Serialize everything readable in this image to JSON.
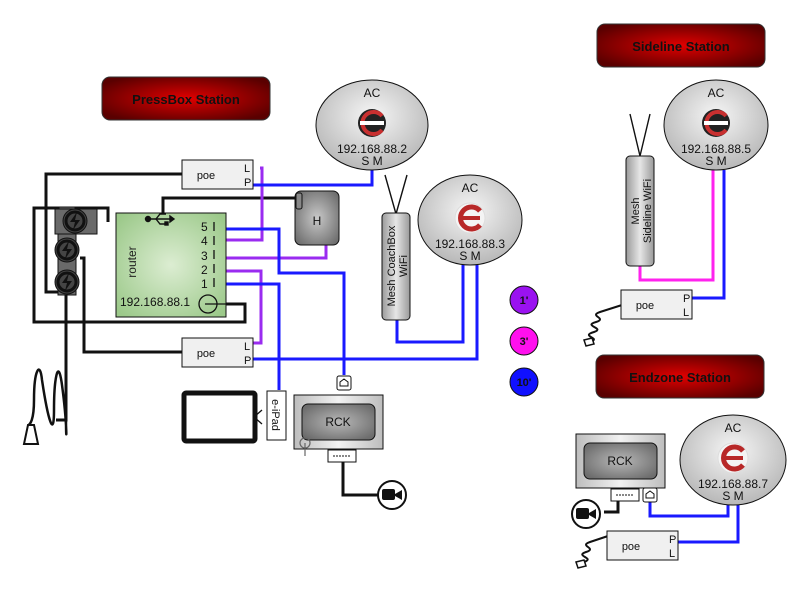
{
  "stations": {
    "pressbox": {
      "title": "PressBox Station"
    },
    "sideline": {
      "title": "Sideline Station"
    },
    "endzone": {
      "title": "Endzone Station"
    }
  },
  "access_points": [
    {
      "label": "AC",
      "ip": "192.168.88.2",
      "ports": "S M",
      "logo": "dark"
    },
    {
      "label": "AC",
      "ip": "192.168.88.3",
      "ports": "S M",
      "logo": "light"
    },
    {
      "label": "AC",
      "ip": "192.168.88.5",
      "ports": "S M",
      "logo": "dark"
    },
    {
      "label": "AC",
      "ip": "192.168.88.7",
      "ports": "S M",
      "logo": "light"
    }
  ],
  "router": {
    "label": "router",
    "ip": "192.168.88.1",
    "ports": [
      "5",
      "4",
      "3",
      "2",
      "1"
    ],
    "usb_icon": "usb-icon",
    "power_icon": "power-jack-icon"
  },
  "poe": [
    {
      "label": "poe",
      "port_top": "L",
      "port_bottom": "P"
    },
    {
      "label": "poe",
      "port_top": "L",
      "port_bottom": "P"
    },
    {
      "label": "poe",
      "port_top": "P",
      "port_bottom": "L"
    },
    {
      "label": "poe",
      "port_top": "P",
      "port_bottom": "L"
    }
  ],
  "hub": {
    "label": "H"
  },
  "mesh": [
    {
      "line1": "Mesh CoachBox",
      "line2": "WiFi"
    },
    {
      "line1": "Mesh",
      "line2": "Sideline  WiFi"
    }
  ],
  "rck": [
    {
      "label": "RCK"
    },
    {
      "label": "RCK"
    }
  ],
  "ipad": {
    "label": "e-iPad"
  },
  "legend": [
    {
      "label": "1'",
      "color": "#9a12f0"
    },
    {
      "label": "3'",
      "color": "#ff10ee"
    },
    {
      "label": "10'",
      "color": "#1010ff"
    }
  ],
  "colors": {
    "blue_cable": "#1a1aff",
    "purple_cable": "#9a2bf0",
    "magenta_cable": "#ff22ee",
    "banner_red": "#cc0000"
  }
}
